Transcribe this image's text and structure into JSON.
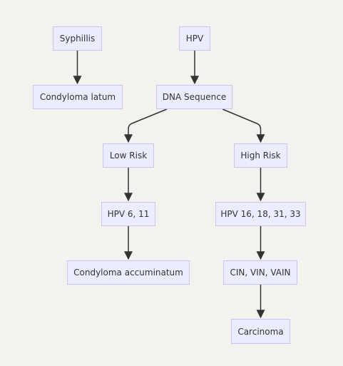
{
  "diagram": {
    "nodes": {
      "syphillis": "Syphillis",
      "condyloma_latum": "Condyloma latum",
      "hpv": "HPV",
      "dna_sequence": "DNA Sequence",
      "low_risk": "Low Risk",
      "high_risk": "High Risk",
      "hpv_low_types": "HPV 6, 11",
      "hpv_high_types": "HPV 16, 18, 31, 33",
      "condyloma_accuminatum": "Condyloma accuminatum",
      "cin_vin_vain": "CIN, VIN, VAIN",
      "carcinoma": "Carcinoma"
    },
    "edges": [
      [
        "syphillis",
        "condyloma_latum"
      ],
      [
        "hpv",
        "dna_sequence"
      ],
      [
        "dna_sequence",
        "low_risk"
      ],
      [
        "dna_sequence",
        "high_risk"
      ],
      [
        "low_risk",
        "hpv_low_types"
      ],
      [
        "hpv_low_types",
        "condyloma_accuminatum"
      ],
      [
        "high_risk",
        "hpv_high_types"
      ],
      [
        "hpv_high_types",
        "cin_vin_vain"
      ],
      [
        "cin_vin_vain",
        "carcinoma"
      ]
    ],
    "colors": {
      "background": "#f3f2ef",
      "node_fill": "#ECECFF",
      "node_border": "#C9C3F4",
      "edge": "#333333",
      "text": "#333333"
    }
  }
}
